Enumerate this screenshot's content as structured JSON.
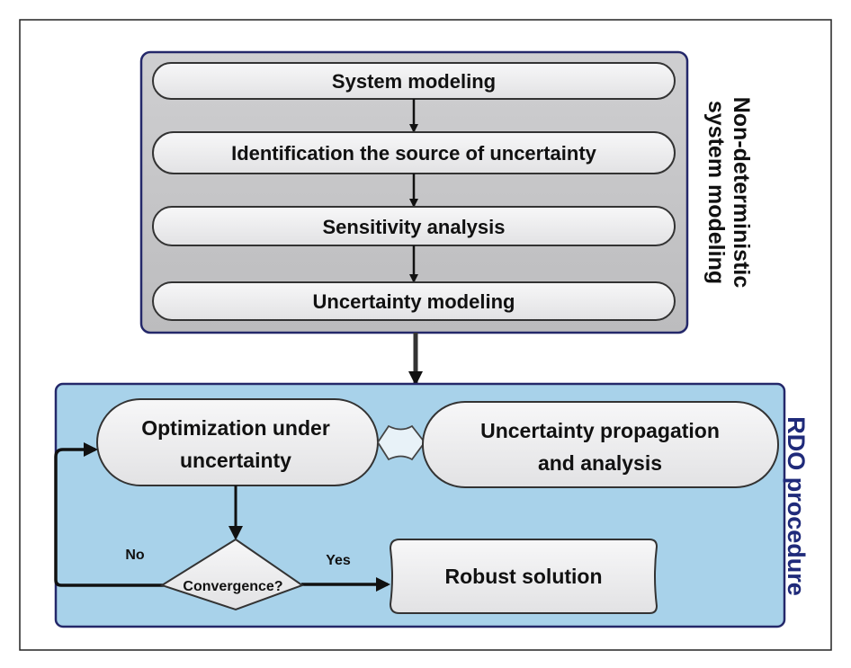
{
  "colors": {
    "group_border": "#24286a",
    "gray_panel": "#c4c4c6",
    "blue_panel": "#a8d2ea",
    "node_fill": "#efeff0",
    "rdo_label": "#1f2a7a"
  },
  "non_deterministic": {
    "label_line1": "Non-deterministic",
    "label_line2": "system modeling",
    "steps": [
      "System modeling",
      "Identification the source of uncertainty",
      "Sensitivity analysis",
      "Uncertainty modeling"
    ]
  },
  "rdo": {
    "label": "RDO procedure",
    "optimization_line1": "Optimization under",
    "optimization_line2": "uncertainty",
    "propagation_line1": "Uncertainty propagation",
    "propagation_line2": "and analysis",
    "decision": "Convergence?",
    "no_label": "No",
    "yes_label": "Yes",
    "result": "Robust solution"
  }
}
